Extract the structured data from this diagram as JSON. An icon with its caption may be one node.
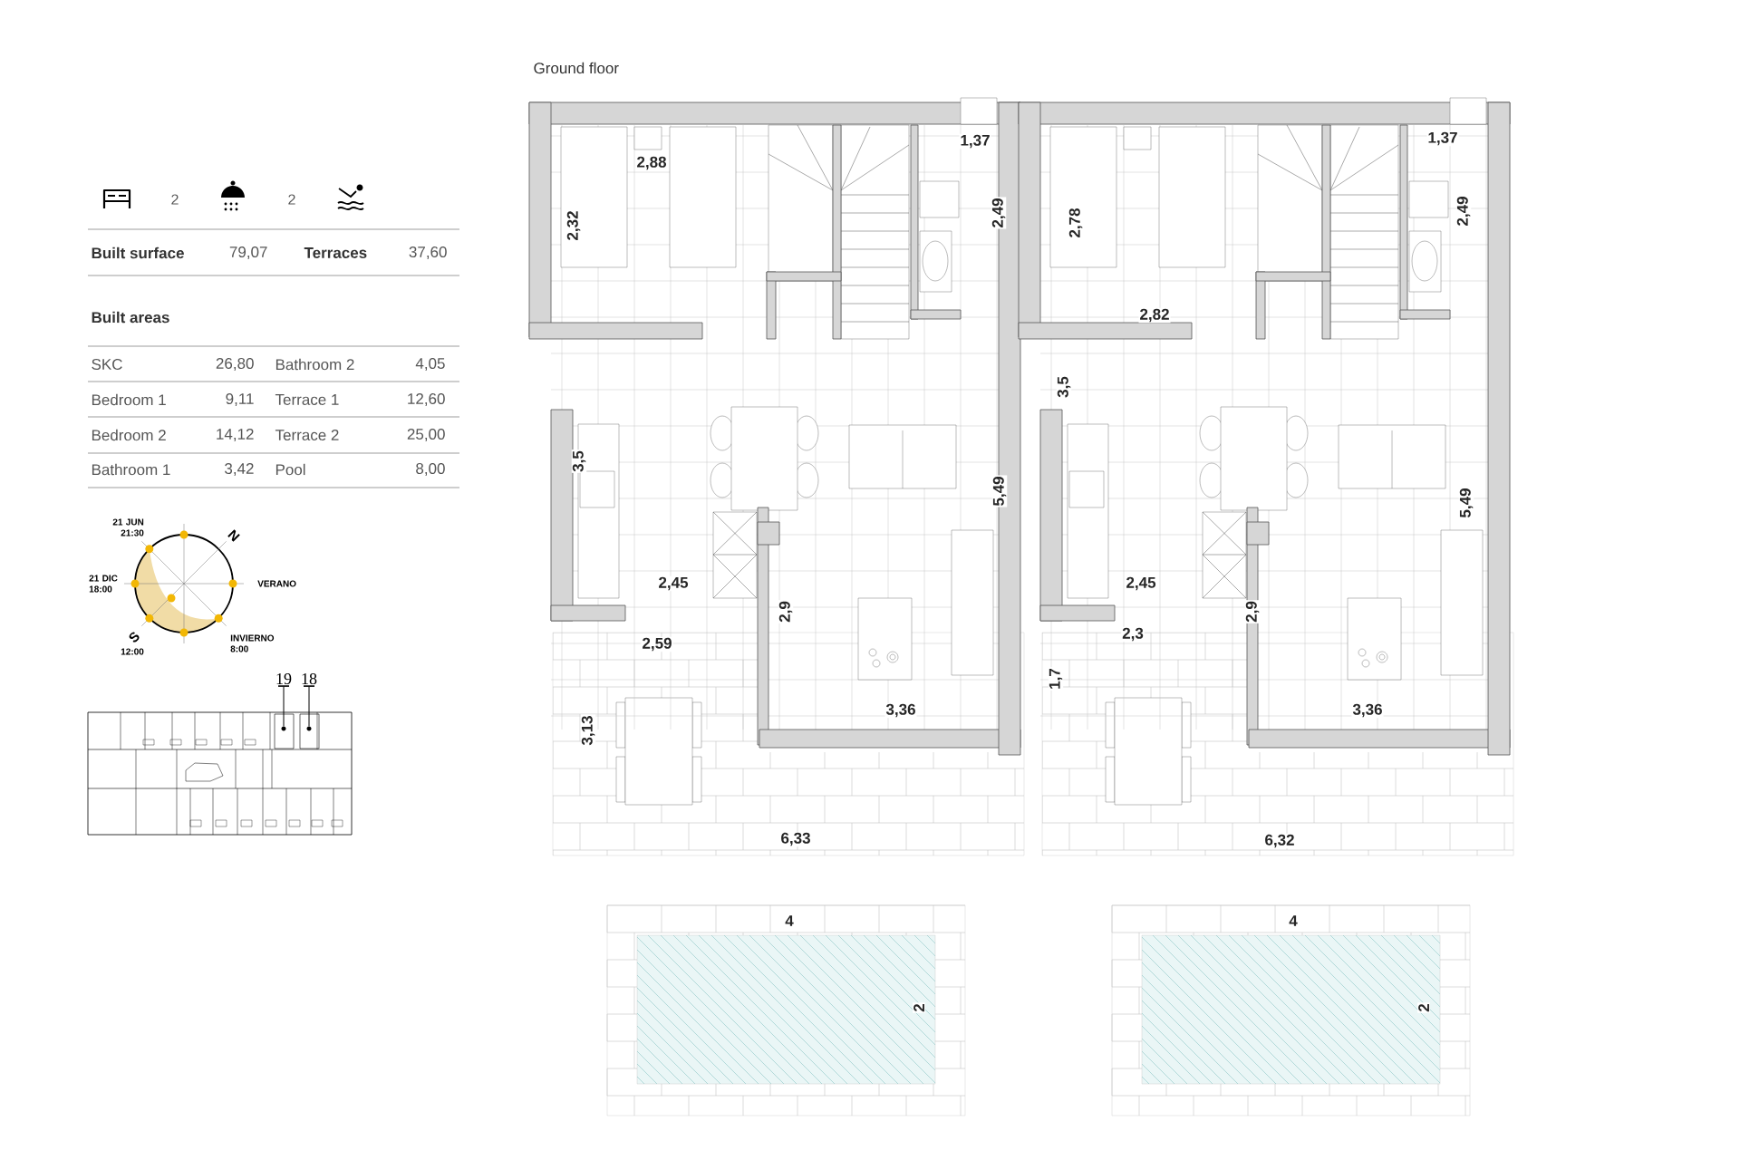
{
  "diagram": {
    "title": "Ground floor",
    "nodes": [
      {
        "text": [
          "19"
        ]
      },
      {
        "text": [
          "18"
        ]
      },
      {
        "text": [],
        "shape": "circle"
      },
      {
        "text": [],
        "shape": "circle"
      }
    ],
    "edges": [
      {
        "from": 0,
        "to": 2,
        "arrow": "other"
      },
      {
        "from": 1,
        "to": 3,
        "arrow": "other"
      }
    ],
    "labels": [
      "2",
      "2",
      "Built surface",
      "79,07",
      "Terraces",
      "37,60",
      "Built areas",
      "SKC",
      "26,80",
      "Bathroom 2",
      "4,05",
      "Bedroom 1",
      "9,11",
      "Terrace 1",
      "12,60",
      "Bedroom 2",
      "14,12",
      "Terrace 2",
      "25,00",
      "Bathroom 1",
      "3,42",
      "Pool",
      "8,00",
      "21 JUN 21:30",
      "N",
      "21 DIC 18:00",
      "VERANO",
      "S",
      "12:00",
      "INVIERNO 8:00",
      "2,88",
      "1,37",
      "2,32",
      "2,49",
      "3,5",
      "5,49",
      "2,45",
      "2,59",
      "2,9",
      "3,36",
      "3,13",
      "6,33",
      "1,37",
      "2,78",
      "2,49",
      "2,82",
      "3,5",
      "5,49",
      "2,45",
      "2,3",
      "2,9",
      "1,7",
      "3,36",
      "6,32",
      "4",
      "2",
      "4",
      "2"
    ]
  }
}
